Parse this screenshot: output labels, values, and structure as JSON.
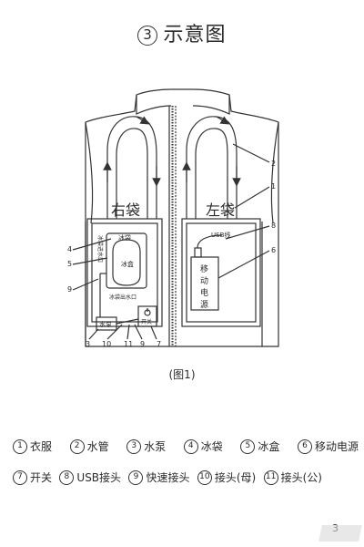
{
  "title": {
    "number": "3",
    "text": "示意图"
  },
  "labels": {
    "right_pocket": "右袋",
    "left_pocket": "左袋",
    "ice_bag": "冰袋",
    "ice_box": "冰盒",
    "ice_inlet": "冰袋进水口",
    "ice_outlet": "冰袋出水口",
    "pump": "水泵",
    "switch": "开关",
    "usb": "USB线",
    "power_bank": [
      "移",
      "动",
      "电",
      "源"
    ]
  },
  "callouts": [
    "1",
    "2",
    "3",
    "4",
    "5",
    "6",
    "7",
    "8",
    "9",
    "9",
    "10",
    "11"
  ],
  "caption": "(图1)",
  "legend": [
    {
      "num": "1",
      "label": "衣服"
    },
    {
      "num": "2",
      "label": "水管"
    },
    {
      "num": "3",
      "label": "水泵"
    },
    {
      "num": "4",
      "label": "冰袋"
    },
    {
      "num": "5",
      "label": "冰盒"
    },
    {
      "num": "6",
      "label": "移动电源"
    },
    {
      "num": "7",
      "label": "开关"
    },
    {
      "num": "8",
      "label": "USB接头"
    },
    {
      "num": "9",
      "label": "快速接头"
    },
    {
      "num": "10",
      "label": "接头(母)"
    },
    {
      "num": "11",
      "label": "接头(公)"
    }
  ],
  "page_number": "3"
}
